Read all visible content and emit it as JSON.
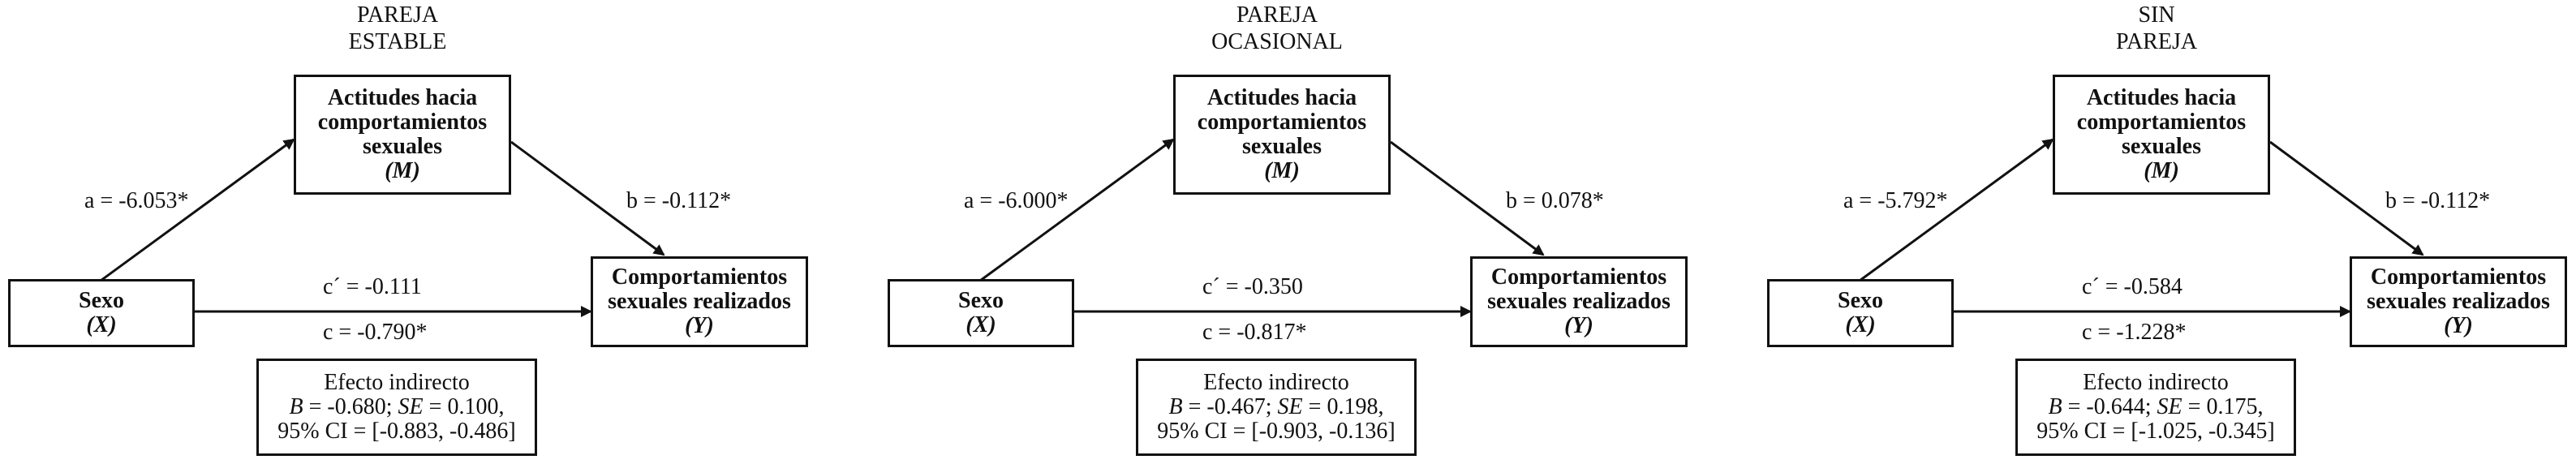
{
  "boxes": {
    "mediator": [
      "Actitudes hacia",
      "comportamientos",
      "sexuales"
    ],
    "mediator_symbol": "(M)",
    "outcome": [
      "Comportamientos",
      "sexuales realizados"
    ],
    "outcome_symbol": "(Y)",
    "predictor": "Sexo",
    "predictor_symbol": "(X)",
    "effect_title": "Efecto indirecto",
    "b_label": "B",
    "se_label": "SE"
  },
  "panels": [
    {
      "title": [
        "PAREJA",
        "ESTABLE"
      ],
      "a": "a = -6.053*",
      "b": "b = -0.112*",
      "c_prime": "c´ = -0.111",
      "c": "c = -0.790*",
      "B": " = -0.680; ",
      "SE": " = 0.100,",
      "CI": "95% CI = [-0.883, -0.486]"
    },
    {
      "title": [
        "PAREJA",
        "OCASIONAL"
      ],
      "a": "a = -6.000*",
      "b": "b = 0.078*",
      "c_prime": "c´ = -0.350",
      "c": "c = -0.817*",
      "B": " = -0.467; ",
      "SE": " = 0.198,",
      "CI": "95% CI = [-0.903, -0.136]"
    },
    {
      "title": [
        "SIN",
        "PAREJA"
      ],
      "a": "a = -5.792*",
      "b": "b = -0.112*",
      "c_prime": "c´ = -0.584",
      "c": "c = -1.228*",
      "B": " = -0.644; ",
      "SE": " = 0.175,",
      "CI": "95% CI = [-1.025, -0.345]"
    }
  ]
}
